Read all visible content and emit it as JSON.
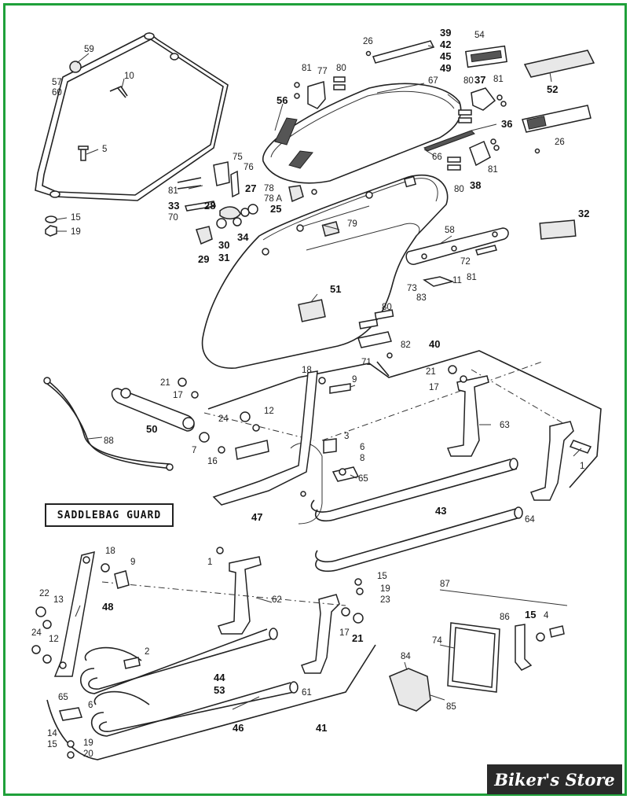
{
  "diagram": {
    "section_label": "SADDLEBAG GUARD",
    "brand": "Biker's Store",
    "callouts": [
      {
        "id": "c59",
        "text": "59"
      },
      {
        "id": "c57",
        "text": "57"
      },
      {
        "id": "c60",
        "text": "60"
      },
      {
        "id": "c10",
        "text": "10"
      },
      {
        "id": "c5",
        "text": "5"
      },
      {
        "id": "c15a",
        "text": "15"
      },
      {
        "id": "c19a",
        "text": "19"
      },
      {
        "id": "c26a",
        "text": "26"
      },
      {
        "id": "c39",
        "text": "39"
      },
      {
        "id": "c42",
        "text": "42"
      },
      {
        "id": "c45",
        "text": "45"
      },
      {
        "id": "c49",
        "text": "49"
      },
      {
        "id": "c54",
        "text": "54"
      },
      {
        "id": "c81a",
        "text": "81"
      },
      {
        "id": "c77",
        "text": "77"
      },
      {
        "id": "c80a",
        "text": "80"
      },
      {
        "id": "c67",
        "text": "67"
      },
      {
        "id": "c56",
        "text": "56"
      },
      {
        "id": "c80b",
        "text": "80"
      },
      {
        "id": "c37",
        "text": "37"
      },
      {
        "id": "c81b",
        "text": "81"
      },
      {
        "id": "c52",
        "text": "52"
      },
      {
        "id": "c36",
        "text": "36"
      },
      {
        "id": "c26b",
        "text": "26"
      },
      {
        "id": "c66",
        "text": "66"
      },
      {
        "id": "c81c",
        "text": "81"
      },
      {
        "id": "c38",
        "text": "38"
      },
      {
        "id": "c80c",
        "text": "80"
      },
      {
        "id": "c75",
        "text": "75"
      },
      {
        "id": "c76",
        "text": "76"
      },
      {
        "id": "c81d",
        "text": "81"
      },
      {
        "id": "c27",
        "text": "27"
      },
      {
        "id": "c78",
        "text": "78"
      },
      {
        "id": "c78a",
        "text": "78 A"
      },
      {
        "id": "c25",
        "text": "25"
      },
      {
        "id": "c33",
        "text": "33"
      },
      {
        "id": "c70",
        "text": "70"
      },
      {
        "id": "c28",
        "text": "28"
      },
      {
        "id": "c79",
        "text": "79"
      },
      {
        "id": "c32",
        "text": "32"
      },
      {
        "id": "c58",
        "text": "58"
      },
      {
        "id": "c29",
        "text": "29"
      },
      {
        "id": "c30",
        "text": "30"
      },
      {
        "id": "c31",
        "text": "31"
      },
      {
        "id": "c34",
        "text": "34"
      },
      {
        "id": "c72",
        "text": "72"
      },
      {
        "id": "c81e",
        "text": "81"
      },
      {
        "id": "c73",
        "text": "73"
      },
      {
        "id": "c11",
        "text": "11"
      },
      {
        "id": "c83",
        "text": "83"
      },
      {
        "id": "c51",
        "text": "51"
      },
      {
        "id": "c80d",
        "text": "80"
      },
      {
        "id": "c82",
        "text": "82"
      },
      {
        "id": "c71",
        "text": "71"
      },
      {
        "id": "c40",
        "text": "40"
      },
      {
        "id": "c21a",
        "text": "21"
      },
      {
        "id": "c17a",
        "text": "17"
      },
      {
        "id": "c18a",
        "text": "18"
      },
      {
        "id": "c9a",
        "text": "9"
      },
      {
        "id": "c21b",
        "text": "21"
      },
      {
        "id": "c17b",
        "text": "17"
      },
      {
        "id": "c88",
        "text": "88"
      },
      {
        "id": "c50",
        "text": "50"
      },
      {
        "id": "c24a",
        "text": "24"
      },
      {
        "id": "c12a",
        "text": "12"
      },
      {
        "id": "c63",
        "text": "63"
      },
      {
        "id": "c3",
        "text": "3"
      },
      {
        "id": "c7",
        "text": "7"
      },
      {
        "id": "c16",
        "text": "16"
      },
      {
        "id": "c6a",
        "text": "6"
      },
      {
        "id": "c8",
        "text": "8"
      },
      {
        "id": "c65a",
        "text": "65"
      },
      {
        "id": "c1a",
        "text": "1"
      },
      {
        "id": "c47",
        "text": "47"
      },
      {
        "id": "c43",
        "text": "43"
      },
      {
        "id": "c64",
        "text": "64"
      },
      {
        "id": "c18b",
        "text": "18"
      },
      {
        "id": "c9b",
        "text": "9"
      },
      {
        "id": "c1b",
        "text": "1"
      },
      {
        "id": "c48",
        "text": "48"
      },
      {
        "id": "c22",
        "text": "22"
      },
      {
        "id": "c13",
        "text": "13"
      },
      {
        "id": "c62",
        "text": "62"
      },
      {
        "id": "c15b",
        "text": "15"
      },
      {
        "id": "c19b",
        "text": "19"
      },
      {
        "id": "c23",
        "text": "23"
      },
      {
        "id": "c87",
        "text": "87"
      },
      {
        "id": "c24b",
        "text": "24"
      },
      {
        "id": "c12b",
        "text": "12"
      },
      {
        "id": "c2",
        "text": "2"
      },
      {
        "id": "c17c",
        "text": "17"
      },
      {
        "id": "c21c",
        "text": "21"
      },
      {
        "id": "c86",
        "text": "86"
      },
      {
        "id": "c15c",
        "text": "15"
      },
      {
        "id": "c4",
        "text": "4"
      },
      {
        "id": "c74",
        "text": "74"
      },
      {
        "id": "c44",
        "text": "44"
      },
      {
        "id": "c53",
        "text": "53"
      },
      {
        "id": "c84",
        "text": "84"
      },
      {
        "id": "c61",
        "text": "61"
      },
      {
        "id": "c65b",
        "text": "65"
      },
      {
        "id": "c6b",
        "text": "6"
      },
      {
        "id": "c46",
        "text": "46"
      },
      {
        "id": "c41",
        "text": "41"
      },
      {
        "id": "c85",
        "text": "85"
      },
      {
        "id": "c14",
        "text": "14"
      },
      {
        "id": "c15d",
        "text": "15"
      },
      {
        "id": "c19c",
        "text": "19"
      },
      {
        "id": "c20",
        "text": "20"
      }
    ]
  }
}
